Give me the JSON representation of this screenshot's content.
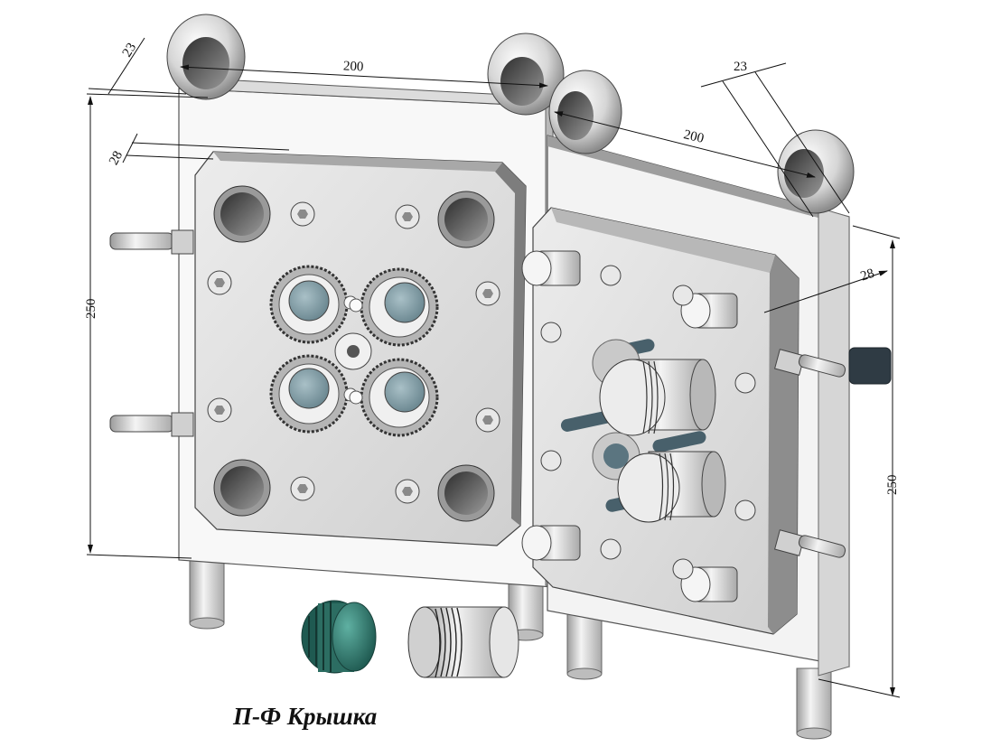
{
  "caption": "П-Ф Крышка",
  "dimensions": {
    "ring_diameter_left": "23",
    "ring_spacing_left": "200",
    "plate_offset_left": "28",
    "height_left": "250",
    "ring_diameter_right": "23",
    "ring_spacing_right": "200",
    "plate_offset_right": "28",
    "height_right": "250"
  },
  "colors": {
    "plate_light": "#f3f3f3",
    "plate_mid": "#d9d9d9",
    "plate_dark": "#8a8a8a",
    "cavity_blue": "#7e9aa3",
    "cap_green": "#2f7a6d",
    "pin_dark": "#3d4f58"
  }
}
